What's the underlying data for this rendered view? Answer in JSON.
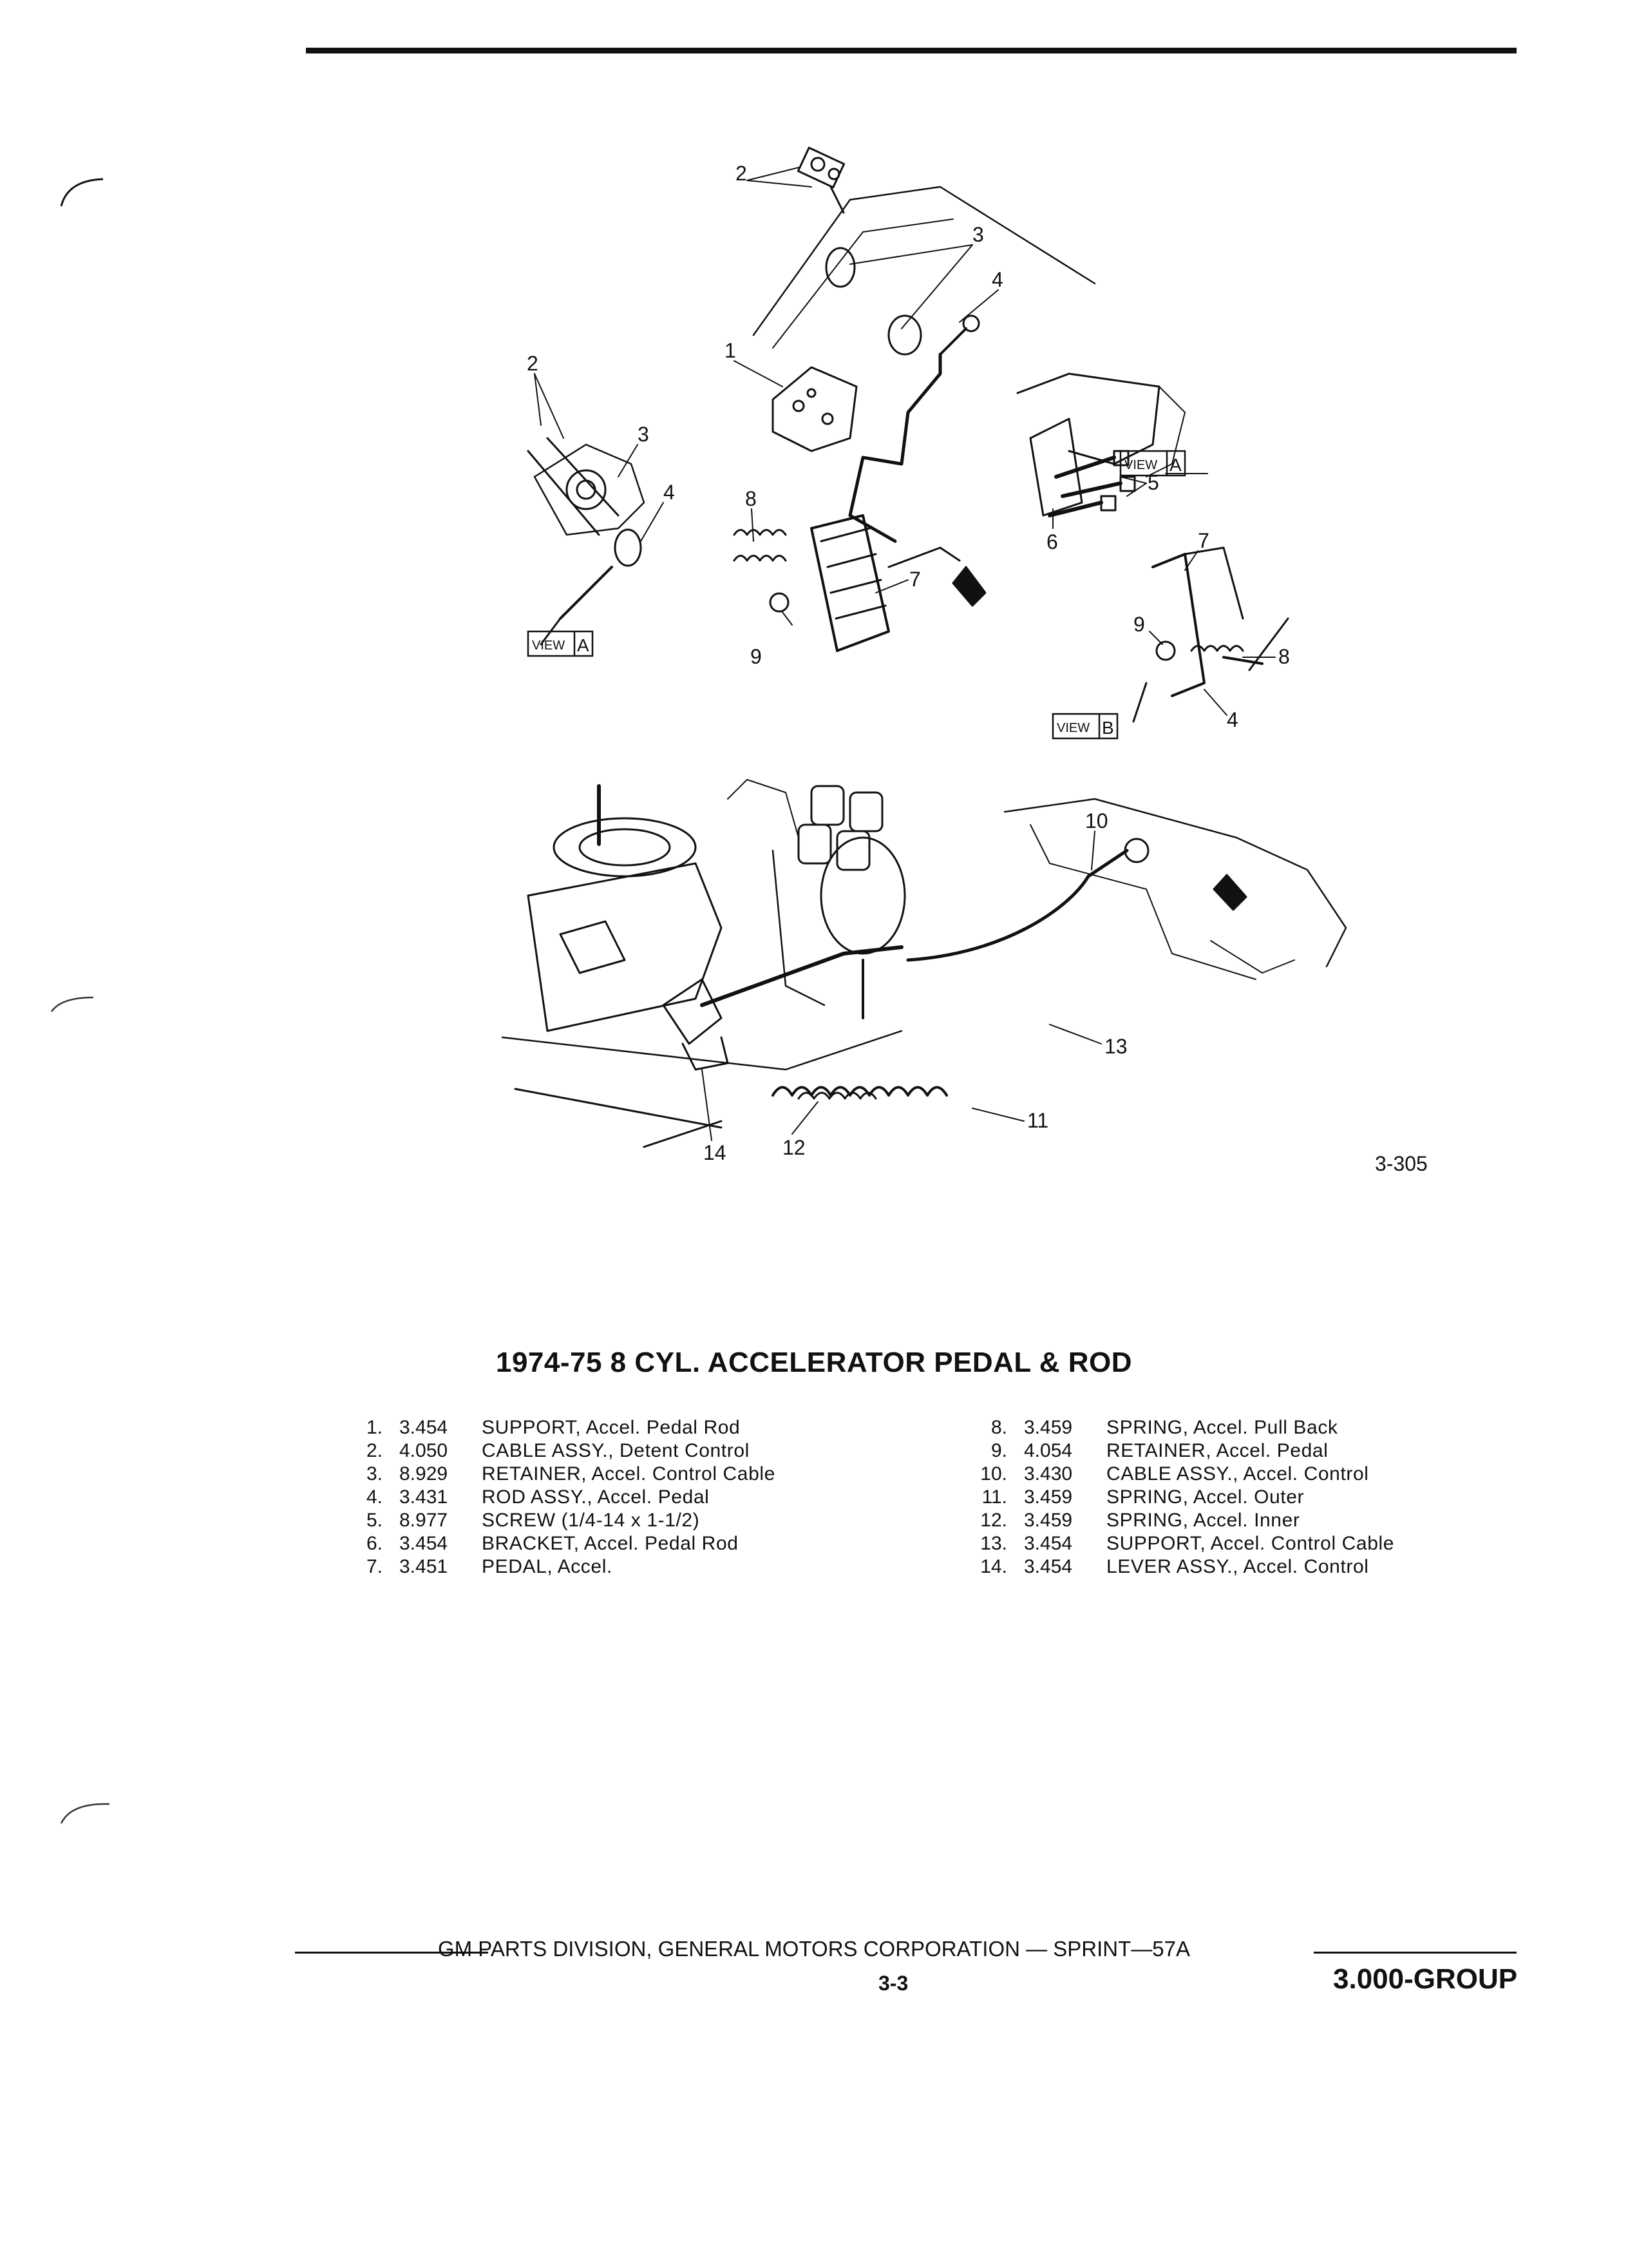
{
  "figure_number": "3-305",
  "title": "1974-75 8 CYL. ACCELERATOR PEDAL & ROD",
  "view_labels": {
    "view_word": "VIEW",
    "a": "A",
    "b": "B"
  },
  "callouts": {
    "c1": "1",
    "c2": "2",
    "c3": "3",
    "c4": "4",
    "c5": "5",
    "c6": "6",
    "c7": "7",
    "c8": "8",
    "c9": "9",
    "c10": "10",
    "c11": "11",
    "c12": "12",
    "c13": "13",
    "c14": "14"
  },
  "parts_left": [
    {
      "num": "1.",
      "code": "3.454",
      "desc": "SUPPORT, Accel. Pedal Rod"
    },
    {
      "num": "2.",
      "code": "4.050",
      "desc": "CABLE ASSY., Detent Control"
    },
    {
      "num": "3.",
      "code": "8.929",
      "desc": "RETAINER, Accel. Control Cable"
    },
    {
      "num": "4.",
      "code": "3.431",
      "desc": "ROD ASSY., Accel. Pedal"
    },
    {
      "num": "5.",
      "code": "8.977",
      "desc": "SCREW (1/4-14 x 1-1/2)"
    },
    {
      "num": "6.",
      "code": "3.454",
      "desc": "BRACKET, Accel. Pedal Rod"
    },
    {
      "num": "7.",
      "code": "3.451",
      "desc": "PEDAL, Accel."
    }
  ],
  "parts_right": [
    {
      "num": "8.",
      "code": "3.459",
      "desc": "SPRING, Accel. Pull Back"
    },
    {
      "num": "9.",
      "code": "4.054",
      "desc": "RETAINER, Accel. Pedal"
    },
    {
      "num": "10.",
      "code": "3.430",
      "desc": "CABLE ASSY., Accel. Control"
    },
    {
      "num": "11.",
      "code": "3.459",
      "desc": "SPRING, Accel. Outer"
    },
    {
      "num": "12.",
      "code": "3.459",
      "desc": "SPRING, Accel. Inner"
    },
    {
      "num": "13.",
      "code": "3.454",
      "desc": "SUPPORT, Accel. Control Cable"
    },
    {
      "num": "14.",
      "code": "3.454",
      "desc": "LEVER ASSY., Accel. Control"
    }
  ],
  "footer": {
    "publisher": "GM PARTS DIVISION, GENERAL MOTORS CORPORATION — SPRINT—57A",
    "page": "3-3",
    "group": "3.000-GROUP"
  }
}
